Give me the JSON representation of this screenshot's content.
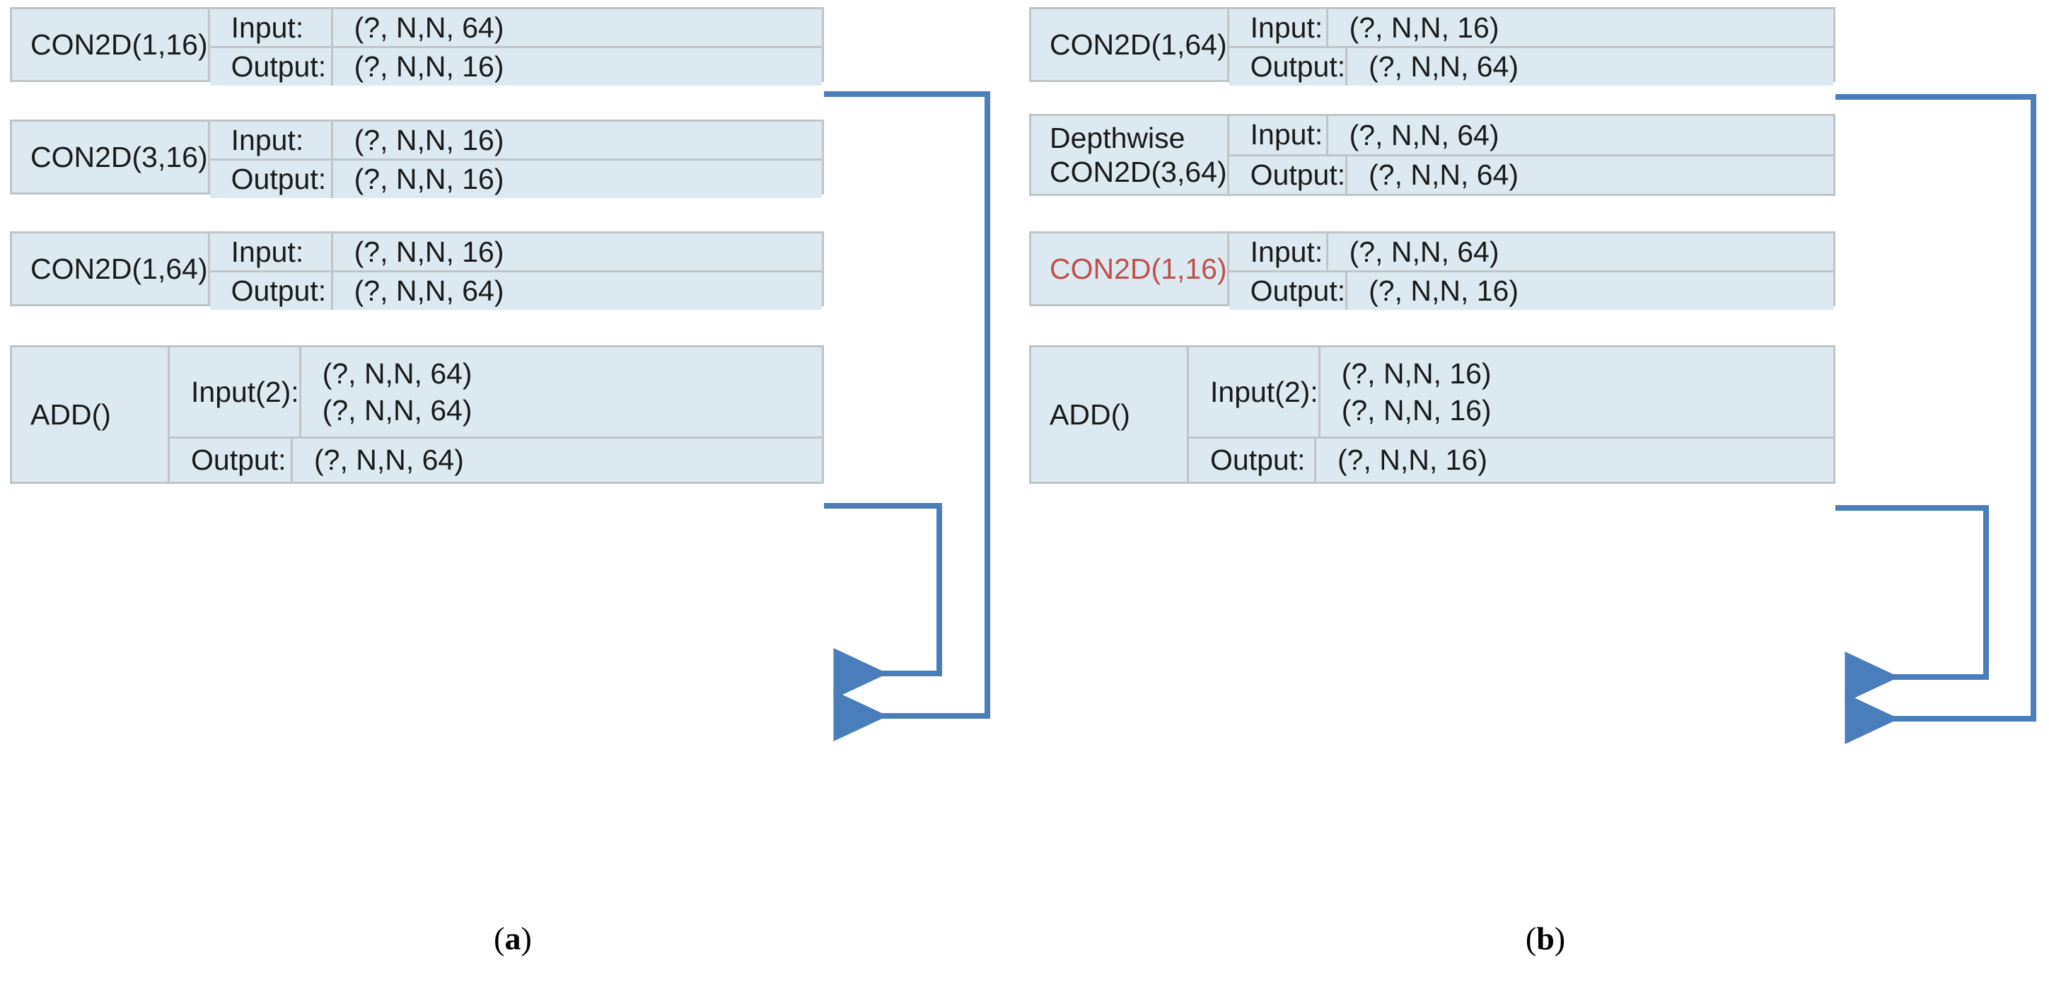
{
  "figure": {
    "accent_arrow_color": "#4a7ebb",
    "block_fill": "#dce9f0",
    "block_border": "#bfc5c7",
    "highlight_text_color": "#c0504d",
    "text_color": "#1a1a1a"
  },
  "panels": [
    {
      "id": "a",
      "caption": "(a)",
      "caption_letter": "a",
      "blocks": [
        {
          "name": "CON2D(1,16)",
          "highlight": false,
          "rows": [
            {
              "label": "Input:",
              "value": "(?, N,N, 64)"
            },
            {
              "label": "Output:",
              "value": "(?, N,N, 16)"
            }
          ]
        },
        {
          "name": "CON2D(3,16)",
          "highlight": false,
          "rows": [
            {
              "label": "Input:",
              "value": "(?, N,N, 16)"
            },
            {
              "label": "Output:",
              "value": "(?, N,N, 16)"
            }
          ]
        },
        {
          "name": "CON2D(1,64)",
          "highlight": false,
          "rows": [
            {
              "label": "Input:",
              "value": "(?, N,N, 16)"
            },
            {
              "label": "Output:",
              "value": "(?, N,N, 64)"
            }
          ]
        },
        {
          "name": "ADD()",
          "highlight": false,
          "rows": [
            {
              "label": "Input(2):",
              "value": "(?, N,N, 64)\n(?, N,N, 64)"
            },
            {
              "label": "Output:",
              "value": "(?, N,N, 64)"
            }
          ]
        }
      ]
    },
    {
      "id": "b",
      "caption": "(b)",
      "caption_letter": "b",
      "blocks": [
        {
          "name": "CON2D(1,64)",
          "highlight": false,
          "rows": [
            {
              "label": "Input:",
              "value": "(?, N,N, 16)"
            },
            {
              "label": "Output:",
              "value": "(?, N,N, 64)"
            }
          ]
        },
        {
          "name": "Depthwise\nCON2D(3,64)",
          "highlight": false,
          "rows": [
            {
              "label": "Input:",
              "value": "(?, N,N, 64)"
            },
            {
              "label": "Output:",
              "value": "(?, N,N, 64)"
            }
          ]
        },
        {
          "name": "CON2D(1,16)",
          "highlight": true,
          "rows": [
            {
              "label": "Input:",
              "value": "(?, N,N, 64)"
            },
            {
              "label": "Output:",
              "value": "(?, N,N, 16)"
            }
          ]
        },
        {
          "name": "ADD()",
          "highlight": false,
          "rows": [
            {
              "label": "Input(2):",
              "value": "(?, N,N, 16)\n(?, N,N, 16)"
            },
            {
              "label": "Output:",
              "value": "(?, N,N, 16)"
            }
          ]
        }
      ]
    }
  ]
}
